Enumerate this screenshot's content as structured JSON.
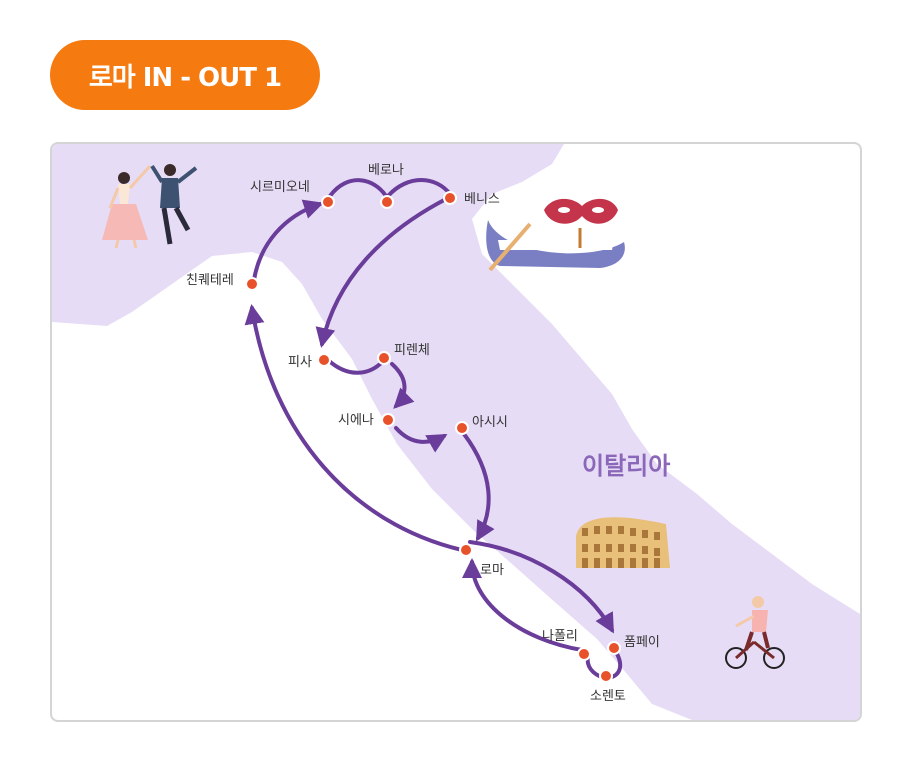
{
  "header": {
    "title": "로마 IN - OUT 1"
  },
  "map": {
    "country_label": "이탈리아",
    "colors": {
      "land": "#e7dcf6",
      "route": "#6a3d9a",
      "city_dot": "#e8522a",
      "title_bg": "#f57a10",
      "country_label": "#8a67b8"
    },
    "cities": {
      "sirmione": "시르미오네",
      "verona": "베로나",
      "venice": "베니스",
      "cinque_terre": "친퀘테레",
      "pisa": "피사",
      "florence": "피렌체",
      "siena": "시에나",
      "assisi": "아시시",
      "rome": "로마",
      "naples": "나폴리",
      "pompeii": "폼페이",
      "sorrento": "소렌토"
    },
    "illustrations": [
      "dancing-couple-icon",
      "gondola-mask-icon",
      "colosseum-icon",
      "cyclist-icon"
    ]
  }
}
